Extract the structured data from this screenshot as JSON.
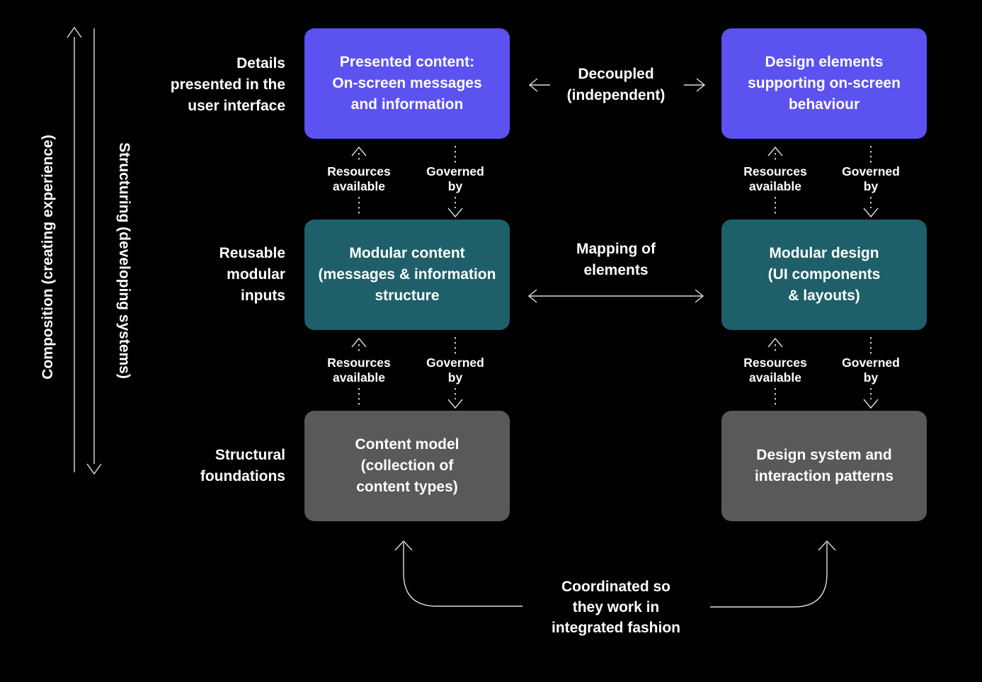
{
  "colors": {
    "background": "#000000",
    "purple": "#5b52f0",
    "teal": "#1e5f6a",
    "gray": "#59595b",
    "line": "#dedede",
    "text": "#ffffff"
  },
  "axis": {
    "composition": "Composition (creating experience)",
    "structuring": "Structuring (developing systems)"
  },
  "rows": {
    "details": {
      "label": "Details\npresented in the\nuser interface"
    },
    "reusable": {
      "label": "Reusable\nmodular\ninputs"
    },
    "structural": {
      "label": "Structural\nfoundations"
    }
  },
  "boxes": {
    "presented_content": "Presented content:\nOn-screen messages\nand information",
    "design_elements": "Design elements\nsupporting on-screen\nbehaviour",
    "modular_content": "Modular content\n(messages & information\nstructure",
    "modular_design": "Modular design\n(UI components\n& layouts)",
    "content_model": "Content model\n(collection of\ncontent types)",
    "design_system": "Design system and\ninteraction patterns"
  },
  "relations": {
    "decoupled": "Decoupled\n(independent)",
    "mapping": "Mapping of\nelements",
    "coordinated": "Coordinated so\nthey work in\nintegrated fashion",
    "resources_available": "Resources\navailable",
    "governed_by": "Governed\nby"
  }
}
